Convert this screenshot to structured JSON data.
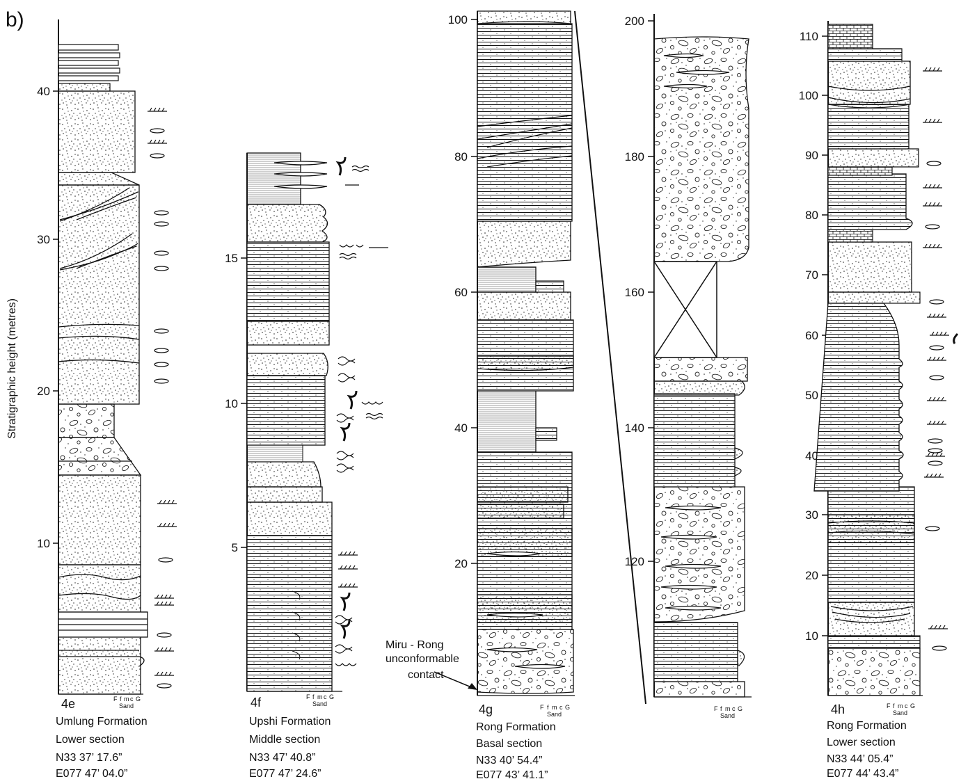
{
  "panel_label": "b)",
  "y_axis_label": "Stratigraphic height (metres)",
  "grain_scale": {
    "letters": [
      "F",
      "f",
      "m",
      "c",
      "G"
    ],
    "sand_label": "Sand"
  },
  "annotation": {
    "line1": "Miru - Rong",
    "line2": "unconformable",
    "line3": "contact"
  },
  "sections": [
    {
      "id": "4e",
      "code": "4e",
      "formation": "Umlung Formation",
      "section": "Lower section",
      "lat": "N33 37’ 17.6”",
      "lon": "E077 47’ 04.0”",
      "ticks": [
        "10",
        "20",
        "30",
        "40"
      ],
      "lithology": [
        "interbedded sandstone-mudstone",
        "sandstone",
        "conglomerate",
        "sandstone",
        "interbedded sandstone-mudstone"
      ]
    },
    {
      "id": "4f",
      "code": "4f",
      "formation": "Upshi Formation",
      "section": "Middle section",
      "lat": "N33 47’ 40.8”",
      "lon": "E077 47’ 24.6”",
      "ticks": [
        "5",
        "10",
        "15"
      ],
      "lithology": [
        "interbedded sandstone-mudstone",
        "sandstone",
        "mudstone"
      ]
    },
    {
      "id": "4g",
      "code": "4g",
      "formation": "Rong Formation",
      "section": "Basal section",
      "lat": "N33 40’ 54.4”",
      "lon": "E077 43’ 41.1”",
      "ticks": [
        "20",
        "40",
        "60",
        "80",
        "100"
      ],
      "ticks_continuation": [
        "120",
        "140",
        "160",
        "180",
        "200"
      ],
      "lithology": [
        "conglomerate",
        "interbedded sandstone-mudstone",
        "mudstone",
        "covered interval",
        "conglomerate"
      ]
    },
    {
      "id": "4h",
      "code": "4h",
      "formation": "Rong Formation",
      "section": "Lower section",
      "lat": "N33 44’ 05.4”",
      "lon": "E077 44’ 43.4”",
      "ticks": [
        "10",
        "20",
        "30",
        "40",
        "50",
        "60",
        "70",
        "80",
        "90",
        "100",
        "110"
      ],
      "lithology": [
        "conglomerate",
        "interbedded sandstone-mudstone",
        "sandstone",
        "carbonate",
        "interbedded sandstone-mudstone"
      ]
    }
  ],
  "symbols": [
    "ripple-cross-lamination",
    "lens",
    "planar-lamination",
    "wavy-bedding",
    "trace-fossil",
    "bioturbation"
  ],
  "colors": {
    "ink": "#111111",
    "paper": "#ffffff",
    "fill_grey": "#d8d8d8"
  }
}
